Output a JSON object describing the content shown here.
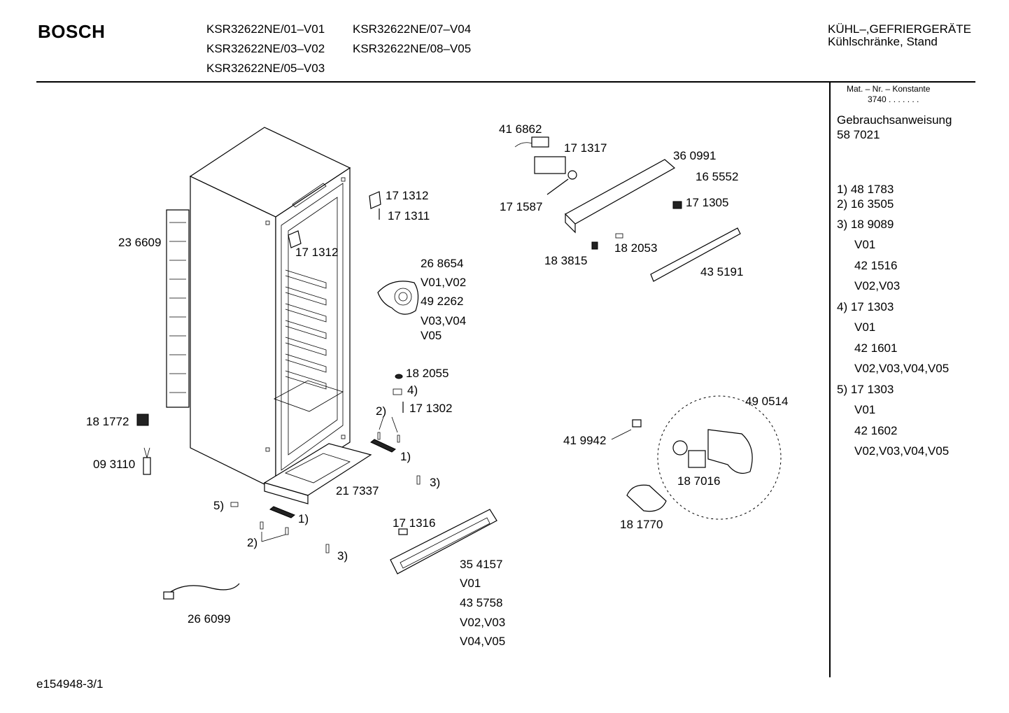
{
  "header": {
    "brand": "BOSCH",
    "models": [
      "KSR32622NE/01–V01",
      "KSR32622NE/03–V02",
      "KSR32622NE/05–V03",
      "KSR32622NE/07–V04",
      "KSR32622NE/08–V05"
    ],
    "category": "KÜHL–,GEFRIERGERÄTE",
    "subcategory": "Kühlschränke, Stand"
  },
  "sidebar": {
    "mat_label": "Mat. – Nr. – Konstante",
    "mat_value": "3740 . . . . . . .",
    "manual_label": "Gebrauchsanweisung",
    "manual_value": "58 7021",
    "notes": [
      "1) 48 1783",
      "2) 16 3505",
      "3) 18 9089",
      "V01",
      "42 1516",
      "V02,V03",
      "4) 17 1303",
      "V01",
      "42 1601",
      "V02,V03,V04,V05",
      "5) 17 1303",
      "V01",
      "42 1602",
      "V02,V03,V04,V05"
    ]
  },
  "labels": {
    "p416862": "41 6862",
    "p171317": "17 1317",
    "p360991": "36 0991",
    "p165552": "16 5552",
    "p171312a": "17 1312",
    "p171311": "17 1311",
    "p171587": "17 1587",
    "p171305": "17 1305",
    "p236609": "23 6609",
    "p171312b": "17 1312",
    "p183815": "18 3815",
    "p182053": "18 2053",
    "p435191": "43 5191",
    "p268654": "26 8654",
    "v0102": "V01,V02",
    "p492262": "49 2262",
    "v0304": "V03,V04",
    "v05": "V05",
    "p182055": "18 2055",
    "n4": "4)",
    "n2a": "2)",
    "p171302": "17 1302",
    "p490514": "49 0514",
    "p181772": "18 1772",
    "n1a": "1)",
    "p419942": "41 9942",
    "p093110": "09 3110",
    "n3a": "3)",
    "p187016": "18 7016",
    "p217337": "21 7337",
    "n5": "5)",
    "n1b": "1)",
    "p171316": "17 1316",
    "p181770": "18 1770",
    "n2b": "2)",
    "n3b": "3)",
    "p354157": "35 4157",
    "v01b": "V01",
    "p435758": "43 5758",
    "v0203": "V02,V03",
    "v0405": "V04,V05",
    "p266099": "26 6099"
  },
  "footer": {
    "code": "e154948-3/1"
  }
}
